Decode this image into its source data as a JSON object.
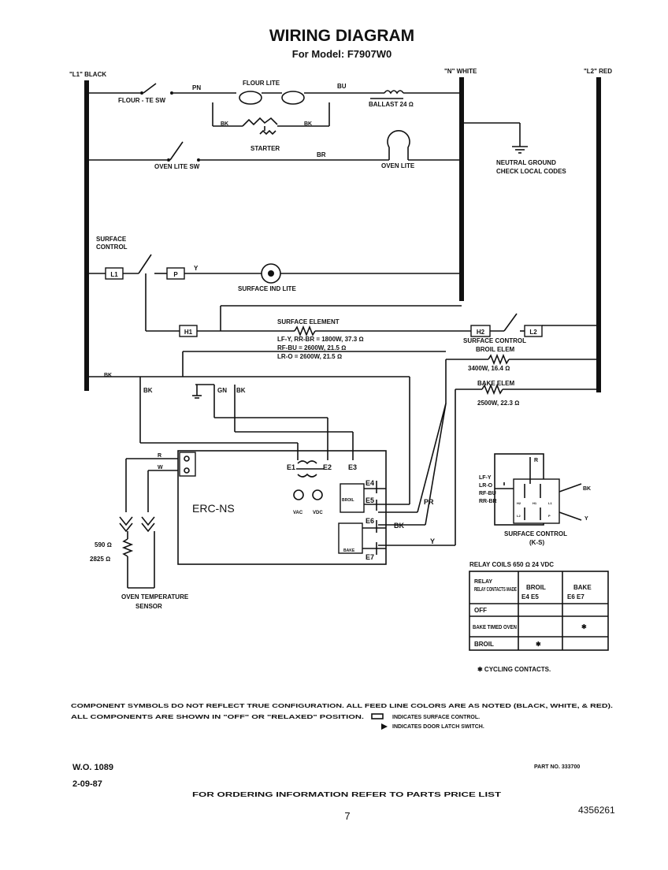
{
  "title": "WIRING DIAGRAM",
  "subtitle": "For Model: F7907W0",
  "bus": {
    "l1": "\"L1\" BLACK",
    "n": "\"N\" WHITE",
    "l2": "\"L2\" RED"
  },
  "labels": {
    "flour_lite": "FLOUR LITE",
    "fluor_sw": "FLOUR - TE SW",
    "pn": "PN",
    "bu": "BU",
    "ballast": "BALLAST 24 Ω",
    "bk_left": "BK",
    "bk_right": "BK",
    "starter": "STARTER",
    "oven_lite_sw": "OVEN LITE SW",
    "br": "BR",
    "oven_lite": "OVEN LITE",
    "neutral_ground_1": "NEUTRAL GROUND",
    "neutral_ground_2": "CHECK LOCAL CODES",
    "surface_control_1": "SURFACE",
    "surface_control_2": "CONTROL",
    "l1_box": "L1",
    "p_box": "P",
    "y": "Y",
    "surface_ind_lite": "SURFACE IND LITE",
    "h1": "H1",
    "h2": "H2",
    "l2_box": "L2",
    "surface_element": "SURFACE ELEMENT",
    "se_line1": "LF-Y, RR-BR = 1800W, 37.3 Ω",
    "se_line2": "RF-BU = 2600W, 21.5 Ω",
    "se_line3": "LR-O = 2600W, 21.5 Ω",
    "surface_control_right": "SURFACE CONTROL",
    "broil_elem": "BROIL ELEM",
    "broil_val": "3400W, 16.4 Ω",
    "bake_elem": "BAKE ELEM",
    "bake_val": "2500W, 22.3 Ω",
    "bk_bus": "BK",
    "bk_a": "BK",
    "gn": "GN",
    "bk_b": "BK",
    "erc": "ERC-NS",
    "e1": "E1",
    "e2": "E2",
    "e3": "E3",
    "e4": "E4",
    "e5": "E5",
    "e6": "E6",
    "e7": "E7",
    "pr": "PR",
    "bk_relay": "BK",
    "y_relay": "Y",
    "r_in": "R",
    "w_in": "W",
    "res1": "590 Ω",
    "res2": "2825 Ω",
    "sensor_1": "OVEN TEMPERATURE",
    "sensor_2": "SENSOR",
    "vac": "VAC",
    "vdc": "VDC",
    "broil_box": "BROIL",
    "bake_box": "BAKE",
    "ks_lines": [
      "LF-Y",
      "LR-O",
      "RF-BU",
      "RR-BR"
    ],
    "ks_bk": "BK",
    "ks_r": "R",
    "ks_y": "Y",
    "ks_h2": "H2",
    "ks_h1": "H1",
    "ks_l1": "L1",
    "ks_l2": "L2",
    "ks_p": "P",
    "ks_title1": "SURFACE CONTROL",
    "ks_title2": "(K-S)"
  },
  "relay_table": {
    "caption": "RELAY COILS 650 Ω  24 VDC",
    "header_col": "RELAY CONTACTS MADE",
    "broil_head": "BROIL",
    "broil_sub": "E4  E5",
    "bake_head": "BAKE",
    "bake_sub": "E6  E7",
    "rows": [
      {
        "label": "OFF",
        "broil": "",
        "bake": ""
      },
      {
        "label": "BAKE TIMED OVEN",
        "broil": "",
        "bake": "✱"
      },
      {
        "label": "BROIL",
        "broil": "✱",
        "bake": ""
      }
    ],
    "footnote": "✱ CYCLING CONTACTS."
  },
  "notes": {
    "line1": "COMPONENT SYMBOLS DO NOT REFLECT TRUE CONFIGURATION. ALL FEED LINE COLORS ARE AS NOTED (BLACK, WHITE, & RED).",
    "line2": "ALL COMPONENTS ARE SHOWN IN \"OFF\" OR \"RELAXED\" POSITION.",
    "line3": "INDICATES SURFACE CONTROL.",
    "line4": "INDICATES DOOR LATCH SWITCH."
  },
  "footer": {
    "wo": "W.O. 1089",
    "date": "2-09-87",
    "part": "PART  NO. 333700",
    "ordering": "FOR ORDERING INFORMATION REFER TO PARTS PRICE LIST",
    "page": "7",
    "number": "4356261"
  }
}
